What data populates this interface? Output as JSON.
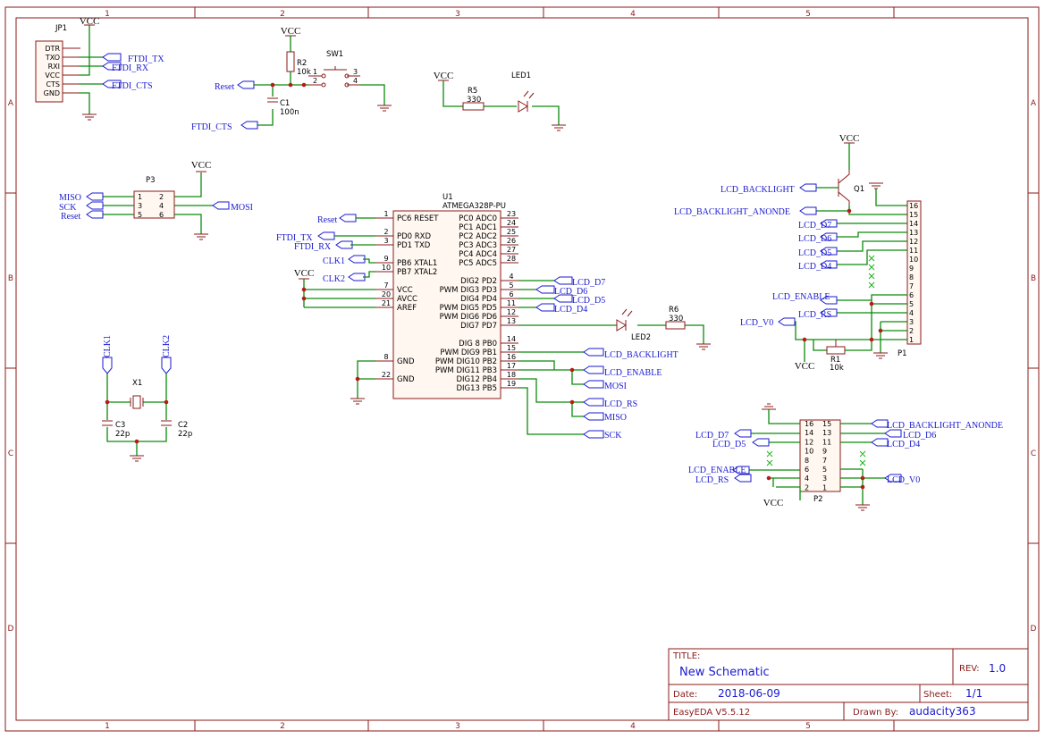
{
  "zones": {
    "cols": [
      "1",
      "2",
      "3",
      "4",
      "5"
    ],
    "rows": [
      "A",
      "B",
      "C",
      "D"
    ]
  },
  "power": {
    "vcc": "VCC"
  },
  "jp1": {
    "ref": "JP1",
    "pins": [
      "DTR",
      "TXO",
      "RXI",
      "VCC",
      "CTS",
      "GND"
    ]
  },
  "nets": {
    "ftdi_tx": "FTDI_TX",
    "ftdi_rx": "FTDI_RX",
    "ftdi_cts": "FTDI_CTS",
    "reset": "Reset",
    "miso": "MISO",
    "sck": "SCK",
    "mosi": "MOSI",
    "clk1": "CLK1",
    "clk2": "CLK2",
    "lcd_d7": "LCD_D7",
    "lcd_d6": "LCD_D6",
    "lcd_d5": "LCD_D5",
    "lcd_d4": "LCD_D4",
    "lcd_backlight": "LCD_BACKLIGHT",
    "lcd_enable": "LCD_ENABLE",
    "lcd_rs": "LCD_RS",
    "lcd_backlight_anonde": "LCD_BACKLIGHT_ANONDE",
    "lcd_v0": "LCD_V0"
  },
  "r2": {
    "ref": "R2",
    "value": "10k"
  },
  "c1": {
    "ref": "C1",
    "value": "100n"
  },
  "sw1": {
    "ref": "SW1",
    "pins": [
      "1",
      "2",
      "3",
      "4"
    ]
  },
  "r5": {
    "ref": "R5",
    "value": "330"
  },
  "led1": {
    "ref": "LED1"
  },
  "p3": {
    "ref": "P3",
    "pins": [
      "1",
      "2",
      "3",
      "4",
      "5",
      "6"
    ]
  },
  "u1": {
    "ref": "U1",
    "part": "ATMEGA328P-PU",
    "left": [
      {
        "num": "1",
        "name": "PC6 RESET"
      },
      {
        "num": "2",
        "name": "PD0 RXD"
      },
      {
        "num": "3",
        "name": "PD1 TXD"
      },
      {
        "num": "9",
        "name": "PB6 XTAL1"
      },
      {
        "num": "10",
        "name": "PB7 XTAL2"
      },
      {
        "num": "7",
        "name": "VCC"
      },
      {
        "num": "20",
        "name": "AVCC"
      },
      {
        "num": "21",
        "name": "AREF"
      },
      {
        "num": "8",
        "name": "GND"
      },
      {
        "num": "22",
        "name": "GND"
      }
    ],
    "right": [
      {
        "num": "23",
        "name": "PC0 ADC0"
      },
      {
        "num": "24",
        "name": "PC1 ADC1"
      },
      {
        "num": "25",
        "name": "PC2 ADC2"
      },
      {
        "num": "26",
        "name": "PC3 ADC3"
      },
      {
        "num": "27",
        "name": "PC4 ADC4"
      },
      {
        "num": "28",
        "name": "PC5 ADC5"
      },
      {
        "num": "4",
        "name": "DIG2 PD2"
      },
      {
        "num": "5",
        "name": "PWM DIG3 PD3"
      },
      {
        "num": "6",
        "name": "DIG4 PD4"
      },
      {
        "num": "11",
        "name": "PWM DIG5 PD5"
      },
      {
        "num": "12",
        "name": "PWM DIG6 PD6"
      },
      {
        "num": "13",
        "name": "DIG7 PD7"
      },
      {
        "num": "14",
        "name": "DIG 8 PB0"
      },
      {
        "num": "15",
        "name": "PWM DIG9 PB1"
      },
      {
        "num": "16",
        "name": "PWM DIG10 PB2"
      },
      {
        "num": "17",
        "name": "PWM DIG11 PB3"
      },
      {
        "num": "18",
        "name": "DIG12 PB4"
      },
      {
        "num": "19",
        "name": "DIG13 PB5"
      }
    ]
  },
  "led2": {
    "ref": "LED2"
  },
  "r6": {
    "ref": "R6",
    "value": "330"
  },
  "x1": {
    "ref": "X1"
  },
  "c3": {
    "ref": "C3",
    "value": "22p"
  },
  "c2": {
    "ref": "C2",
    "value": "22p"
  },
  "q1": {
    "ref": "Q1"
  },
  "p1": {
    "ref": "P1",
    "pins": [
      "16",
      "15",
      "14",
      "13",
      "12",
      "11",
      "10",
      "9",
      "8",
      "7",
      "6",
      "5",
      "4",
      "3",
      "2",
      "1"
    ]
  },
  "r1": {
    "ref": "R1",
    "value": "10k"
  },
  "p2": {
    "ref": "P2",
    "left": [
      "16",
      "14",
      "12",
      "10",
      "8",
      "6",
      "4",
      "2"
    ],
    "right": [
      "15",
      "13",
      "11",
      "9",
      "7",
      "5",
      "3",
      "1"
    ]
  },
  "titleblock": {
    "title_label": "TITLE:",
    "title": "New Schematic",
    "rev_label": "REV:",
    "rev": "1.0",
    "date_label": "Date:",
    "date": "2018-06-09",
    "sheet_label": "Sheet:",
    "sheet": "1/1",
    "tool": "EasyEDA V5.5.12",
    "drawn_label": "Drawn By:",
    "drawn": "audacity363"
  }
}
